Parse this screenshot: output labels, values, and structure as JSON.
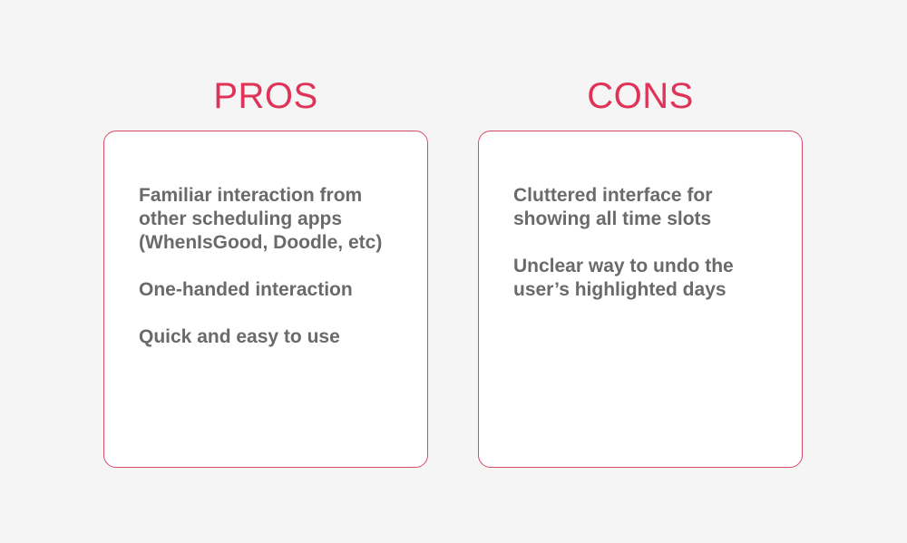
{
  "pros": {
    "title": "PROS",
    "items": [
      "Familiar interaction from other scheduling apps (WhenIsGood, Doodle, etc)",
      "One-handed interaction",
      "Quick and easy to use"
    ]
  },
  "cons": {
    "title": "CONS",
    "items": [
      "Cluttered interface for showing all time slots",
      "Unclear way to undo the user’s highlighted days"
    ]
  },
  "colors": {
    "accent": "#e03358",
    "card_border": "#d94a68",
    "text": "#6a6a6a",
    "background": "#f5f5f5",
    "card_background": "#ffffff"
  }
}
